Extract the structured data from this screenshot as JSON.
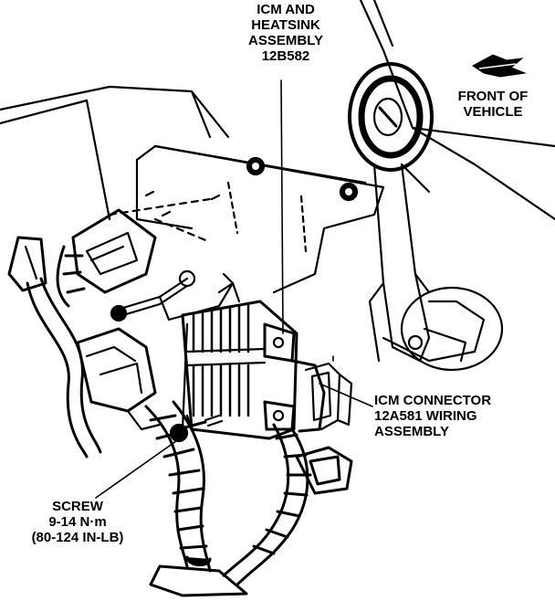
{
  "labels": {
    "icm_heatsink": {
      "line1": "ICM AND",
      "line2": "HEATSINK",
      "line3": "ASSEMBLY",
      "part": "12B582"
    },
    "front_of_vehicle": {
      "line1": "FRONT OF",
      "line2": "VEHICLE"
    },
    "icm_connector": {
      "line1": "ICM CONNECTOR",
      "line2": "12A581 WIRING",
      "line3": "ASSEMBLY"
    },
    "screw": {
      "line1": "SCREW",
      "line2": "9-14 N·m",
      "line3": "(80-124  IN-LB)"
    }
  },
  "icons": {
    "direction_arrow": "front-arrow-icon"
  },
  "colors": {
    "ink": "#000000",
    "paper": "#ffffff"
  }
}
